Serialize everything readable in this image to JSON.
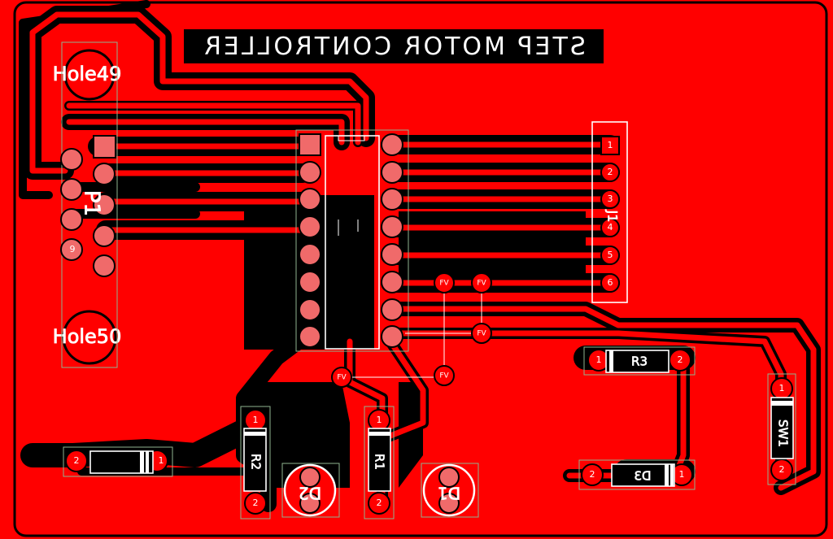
{
  "board_title": "STEP MOTOR CONTROLLER",
  "colors": {
    "copper": "#ff0000",
    "background": "#000000",
    "silkscreen": "#ffffff",
    "pad_pink": "#f06a6a",
    "courtyard": "#8fb58f"
  },
  "components": {
    "hole49": "Hole49",
    "hole50": "Hole50",
    "p1": "P1",
    "j1": "J1",
    "r1": "R1",
    "r2": "R2",
    "r3": "R3",
    "d1": "D1",
    "d2": "D2",
    "d3": "D3",
    "sw1": "SW1"
  },
  "via_label": "FV",
  "pad_numbers": {
    "j1": [
      "1",
      "2",
      "3",
      "4",
      "5",
      "6"
    ],
    "two_pin": [
      "1",
      "2"
    ],
    "p1_9": "9"
  }
}
